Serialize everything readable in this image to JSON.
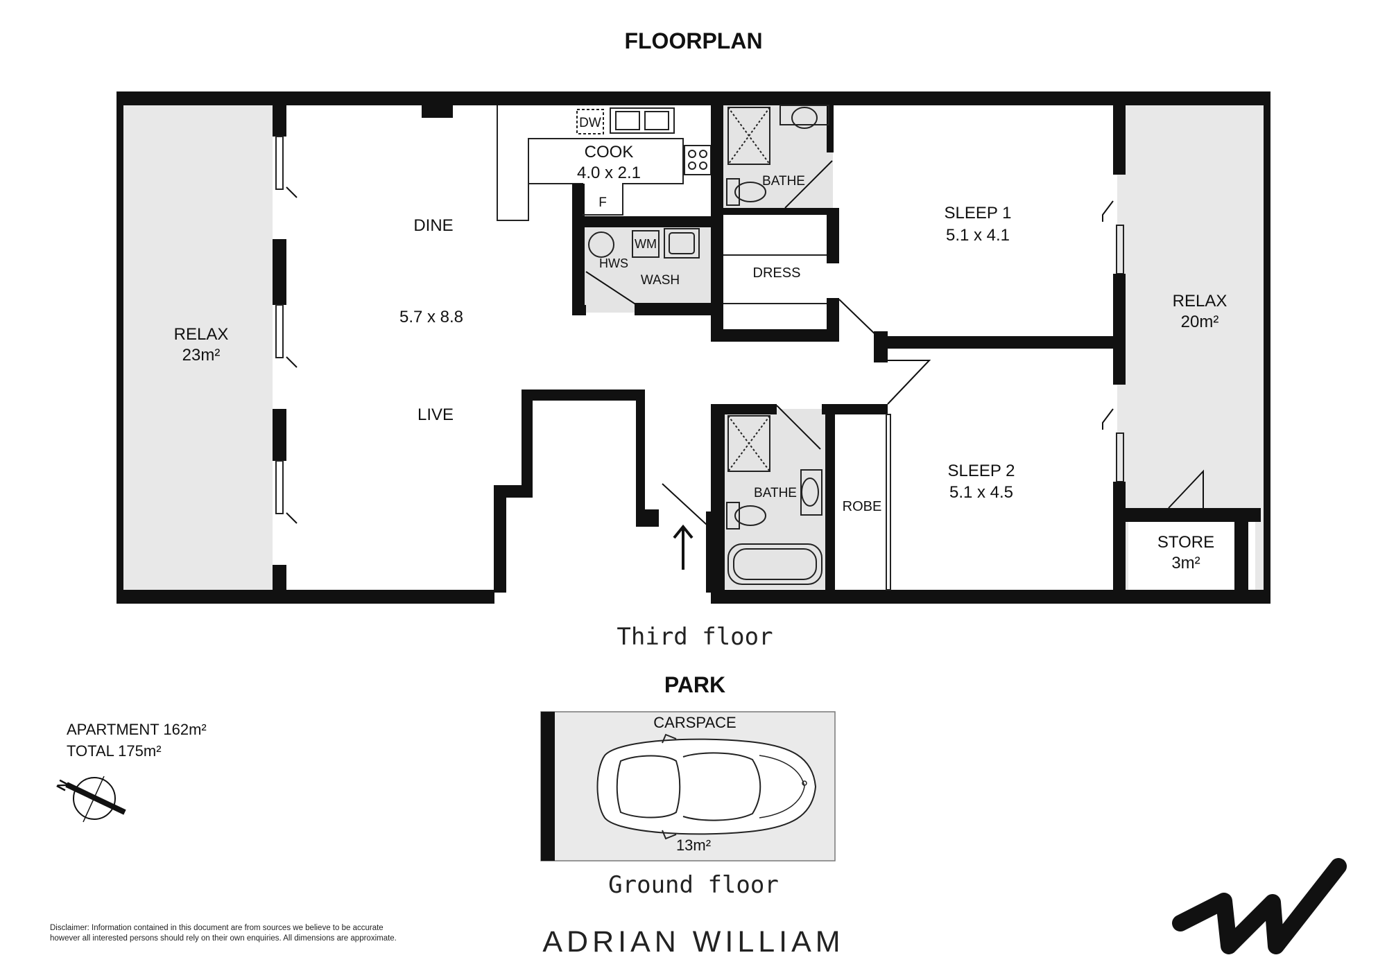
{
  "title": "FLOORPLAN",
  "third_floor": {
    "caption": "Third floor",
    "rooms": {
      "relax_west": {
        "name": "RELAX",
        "size": "23m²"
      },
      "dine": {
        "name": "DINE"
      },
      "dine_live_size": {
        "size": "5.7 x 8.8"
      },
      "live": {
        "name": "LIVE"
      },
      "cook": {
        "name": "COOK",
        "size": "4.0 x 2.1"
      },
      "dw": {
        "name": "DW"
      },
      "fridge": {
        "name": "F"
      },
      "hws": {
        "name": "HWS"
      },
      "wm": {
        "name": "WM"
      },
      "wash": {
        "name": "WASH"
      },
      "bathe_1": {
        "name": "BATHE"
      },
      "dress": {
        "name": "DRESS"
      },
      "sleep_1": {
        "name": "SLEEP 1",
        "size": "5.1 x 4.1"
      },
      "relax_east": {
        "name": "RELAX",
        "size": "20m²"
      },
      "bathe_2": {
        "name": "BATHE"
      },
      "robe": {
        "name": "ROBE"
      },
      "sleep_2": {
        "name": "SLEEP 2",
        "size": "5.1 x 4.5"
      },
      "store": {
        "name": "STORE",
        "size": "3m²"
      }
    }
  },
  "park": {
    "title": "PARK",
    "carspace": {
      "name": "CARSPACE",
      "size": "13m²"
    },
    "caption": "Ground floor"
  },
  "areas": {
    "apartment": "APARTMENT 162m²",
    "total": "TOTAL 175m²"
  },
  "compass": {
    "label": "N",
    "icon": "north-arrow-icon"
  },
  "disclaimer": "Disclaimer: Information contained in this document are from sources we believe to be accurate however all interested persons should rely on their own enquiries. All dimensions are approximate.",
  "brand": {
    "name": "ADRIAN WILLIAM",
    "logo_icon": "aw-logo-icon"
  },
  "colors": {
    "wall": "#111111",
    "outdoor": "#e8e8e8",
    "wet_area": "#e4e4e4",
    "text": "#111111"
  }
}
